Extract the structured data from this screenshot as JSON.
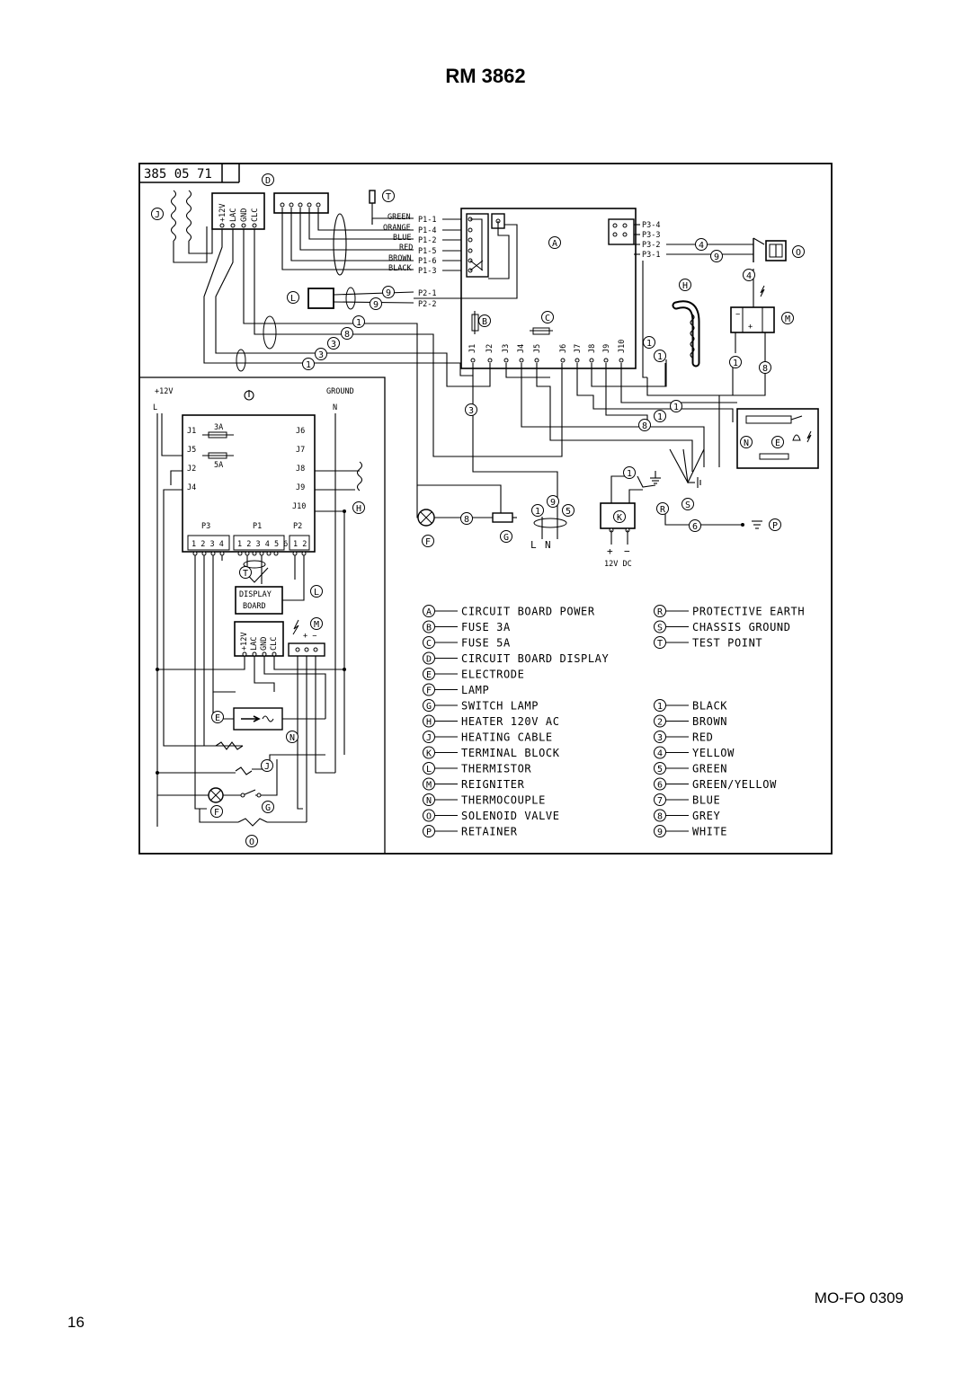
{
  "page": {
    "title": "RM 3862",
    "footer_code": "MO-FO 0309",
    "page_number": "16"
  },
  "diagram": {
    "part_number": "385 05 71",
    "upper_header": [
      "+12V",
      "LAC",
      "GND",
      "CLC"
    ],
    "wire_colors": [
      "GREEN",
      "ORANGE",
      "BLUE",
      "RED",
      "BROWN",
      "BLACK"
    ],
    "p1_pins": [
      "P1-1",
      "P1-4",
      "P1-2",
      "P1-5",
      "P1-6",
      "P1-3"
    ],
    "p2_pins": [
      "P2-1",
      "P2-2"
    ],
    "p3_pins": [
      "P3-4",
      "P3-3",
      "P3-2",
      "P3-1"
    ],
    "j_connectors": [
      "J1",
      "J2",
      "J3",
      "J4",
      "J5",
      "J6",
      "J7",
      "J8",
      "J9",
      "J10"
    ],
    "lower": {
      "plus12v": "+12V",
      "ground": "GROUND",
      "l": "L",
      "n": "N",
      "left_pins": [
        "J1",
        "J5",
        "J2",
        "J4"
      ],
      "right_pins": [
        "J6",
        "J7",
        "J8",
        "J9",
        "J10"
      ],
      "fuse_3a": "3A",
      "fuse_5a": "5A",
      "p3": "P3",
      "p1": "P1",
      "p2": "P2",
      "p3_nums": "1 2 3 4",
      "p1_nums": "1 2 3 4 5 6",
      "p2_nums": "1 2",
      "display_board": [
        "DISPLAY",
        "BOARD"
      ],
      "header2": [
        "+12V",
        "LAC",
        "GND",
        "CLC"
      ],
      "reigniter_signs": "+ −"
    },
    "ln": [
      "L",
      "N"
    ],
    "dc_label": "12V DC",
    "dc_signs": [
      "+",
      "−"
    ]
  },
  "legend": {
    "components": [
      {
        "key": "A",
        "label": "CIRCUIT BOARD POWER"
      },
      {
        "key": "B",
        "label": "FUSE 3A"
      },
      {
        "key": "C",
        "label": "FUSE 5A"
      },
      {
        "key": "D",
        "label": "CIRCUIT BOARD DISPLAY"
      },
      {
        "key": "E",
        "label": "ELECTRODE"
      },
      {
        "key": "F",
        "label": "LAMP"
      },
      {
        "key": "G",
        "label": "SWITCH LAMP"
      },
      {
        "key": "H",
        "label": "HEATER 120V AC"
      },
      {
        "key": "J",
        "label": "HEATING CABLE"
      },
      {
        "key": "K",
        "label": "TERMINAL BLOCK"
      },
      {
        "key": "L",
        "label": "THERMISTOR"
      },
      {
        "key": "M",
        "label": "REIGNITER"
      },
      {
        "key": "N",
        "label": "THERMOCOUPLE"
      },
      {
        "key": "O",
        "label": "SOLENOID VALVE"
      },
      {
        "key": "P",
        "label": "RETAINER"
      }
    ],
    "misc": [
      {
        "key": "R",
        "label": "PROTECTIVE EARTH"
      },
      {
        "key": "S",
        "label": "CHASSIS GROUND"
      },
      {
        "key": "T",
        "label": "TEST POINT"
      }
    ],
    "colors": [
      {
        "key": "1",
        "label": "BLACK"
      },
      {
        "key": "2",
        "label": "BROWN"
      },
      {
        "key": "3",
        "label": "RED"
      },
      {
        "key": "4",
        "label": "YELLOW"
      },
      {
        "key": "5",
        "label": "GREEN"
      },
      {
        "key": "6",
        "label": "GREEN/YELLOW"
      },
      {
        "key": "7",
        "label": "BLUE"
      },
      {
        "key": "8",
        "label": "GREY"
      },
      {
        "key": "9",
        "label": "WHITE"
      }
    ]
  }
}
